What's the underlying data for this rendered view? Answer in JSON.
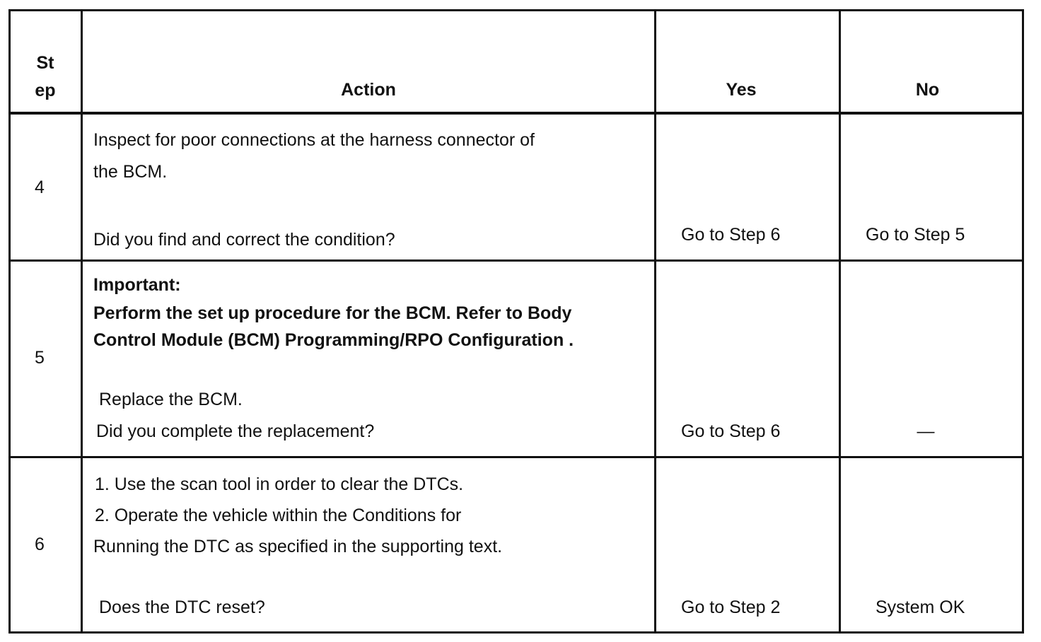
{
  "headers": {
    "step_line1": "St",
    "step_line2": "ep",
    "action": "Action",
    "yes": "Yes",
    "no": "No"
  },
  "rows": [
    {
      "step": "4",
      "action_lines": [
        "Inspect for poor connections at the harness connector of",
        "the BCM."
      ],
      "question": "Did you find and correct the condition?",
      "yes": "Go to Step 6",
      "no": "Go to Step 5"
    },
    {
      "step": "5",
      "important_label": "Important:",
      "important_lines": [
        "Perform the set up procedure for the BCM. Refer to Body",
        "Control Module (BCM) Programming/RPO Configuration ."
      ],
      "action_lines": [
        "Replace the BCM."
      ],
      "question": "Did you complete the replacement?",
      "yes": "Go to Step 6",
      "no": "—"
    },
    {
      "step": "6",
      "action_lines": [
        "1.   Use the scan tool in order to clear the DTCs.",
        "2.   Operate the vehicle within the Conditions for",
        "Running the DTC as specified in the supporting text."
      ],
      "question": "Does the DTC reset?",
      "yes": "Go to Step 2",
      "no": "System OK"
    }
  ]
}
